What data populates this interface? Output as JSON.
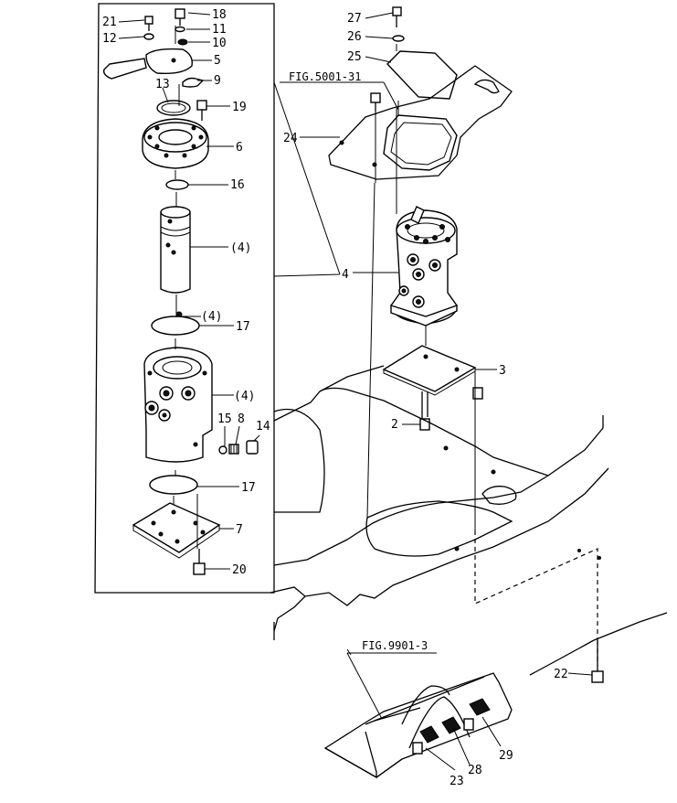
{
  "references": {
    "fig_5001_31": "FIG.5001-31",
    "fig_9901_3": "FIG.9901-3"
  },
  "callouts": {
    "c2": "2",
    "c3": "3",
    "c4_main": "4",
    "c4_a": "(4)",
    "c4_b": "(4)",
    "c4_c": "(4)",
    "c5": "5",
    "c6": "6",
    "c7": "7",
    "c8": "8",
    "c9": "9",
    "c10": "10",
    "c11": "11",
    "c12": "12",
    "c13": "13",
    "c14": "14",
    "c15": "15",
    "c16": "16",
    "c17_a": "17",
    "c17_b": "17",
    "c18": "18",
    "c19": "19",
    "c20": "20",
    "c21": "21",
    "c22": "22",
    "c23": "23",
    "c24": "24",
    "c25": "25",
    "c26": "26",
    "c27": "27",
    "c28": "28",
    "c29": "29"
  }
}
